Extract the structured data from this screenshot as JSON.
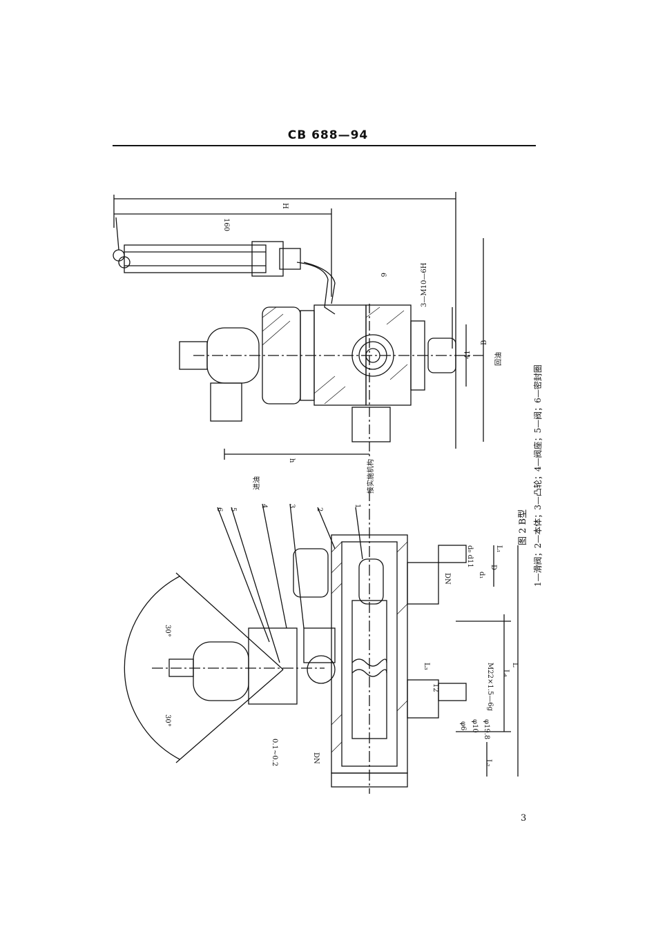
{
  "header": {
    "standard_no": "CB 688—94"
  },
  "figure": {
    "title": "图 2  B型",
    "legend": "1—滑阀；2—本体；3—凸轮；4—阀座；5—阀；6—密封圈"
  },
  "labels": {
    "dim_H": "H",
    "dim_160": "160",
    "dim_h": "h",
    "dim_B": "B",
    "dim_41": "41",
    "thread_top": "3—M10—6H",
    "return_oil": "回油",
    "inlet_oil": "进油",
    "to_actuator": "接实施机构",
    "angle_a": "30°",
    "angle_b": "30°",
    "clearance": "0.1~0.2",
    "DN_a": "DN",
    "DN_b": "DN",
    "d_d11": "d₀ d11",
    "d1": "d₁",
    "D": "D",
    "L_total": "L",
    "L1": "L₁",
    "L2": "L₂",
    "L3": "L₃",
    "L4": "L₄",
    "dim_12": "12",
    "thread_m22": "M22×1.5—6g",
    "phi6": "φ6",
    "phi10": "φ10",
    "phi198": "φ19.8",
    "p1": "1",
    "p2": "2",
    "p3": "3",
    "p4": "4",
    "p5": "5",
    "p6a": "6",
    "p6b": "6"
  },
  "page_number": "3"
}
